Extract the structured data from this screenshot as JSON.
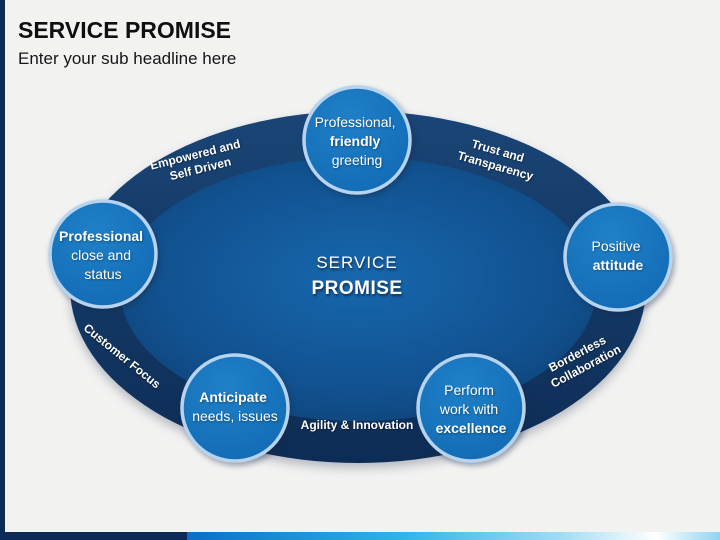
{
  "slide": {
    "title": "SERVICE PROMISE",
    "subtitle": "Enter your sub headline here"
  },
  "diagram": {
    "center": {
      "line1": "SERVICE",
      "line2": "PROMISE"
    },
    "circles": [
      {
        "position": "top",
        "line1": "Professional,",
        "line2": "friendly",
        "line3": "greeting"
      },
      {
        "position": "right",
        "line1": "Positive",
        "line2": "attitude"
      },
      {
        "position": "bottom-right",
        "line1": "Perform",
        "line2": "work with",
        "line3": "excellence"
      },
      {
        "position": "bottom-left",
        "line1": "Anticipate",
        "line2": "needs, issues"
      },
      {
        "position": "left",
        "line1": "Professional",
        "line2": "close and",
        "line3": "status"
      }
    ],
    "ring_labels": [
      {
        "position": "top-left",
        "line1": "Empowered and",
        "line2": "Self Driven"
      },
      {
        "position": "top-right",
        "line1": "Trust and",
        "line2": "Transparency"
      },
      {
        "position": "left-bottom",
        "line1": "Customer Focus"
      },
      {
        "position": "bottom",
        "line1": "Agility & Innovation"
      },
      {
        "position": "bottom-right",
        "line1": "Borderless",
        "line2": "Collaboration"
      }
    ],
    "colors": {
      "ring_dark": "#12386a",
      "inner_center": "#1767ae",
      "inner_edge": "#0e3560",
      "circle_fill": "#1571bb",
      "circle_border": "#b7d3ee",
      "accent_bar": "#0e2a57",
      "background": "#f2f2f1",
      "footer_gradient": [
        "#0b6ec5",
        "#2fb3e8",
        "#ffffff",
        "#8ed4f2"
      ]
    }
  }
}
